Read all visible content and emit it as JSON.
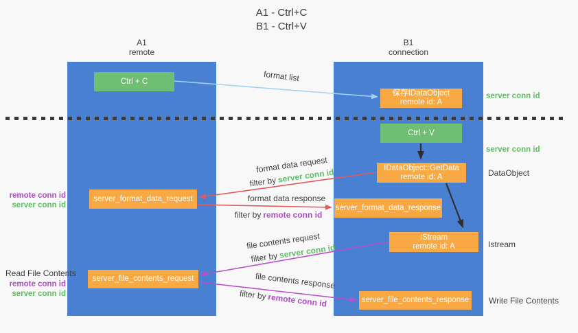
{
  "title": {
    "line1": "A1 - Ctrl+C",
    "line2": "B1 - Ctrl+V"
  },
  "lanes": {
    "a1": {
      "name": "A1",
      "subtitle": "remote"
    },
    "b1": {
      "name": "B1",
      "subtitle": "connection"
    }
  },
  "nodes": {
    "ctrl_c": {
      "label": "Ctrl + C"
    },
    "save_idataobject": {
      "line1": "保存IDataObject",
      "line2": "remote id: A"
    },
    "ctrl_v": {
      "label": "Ctrl + V"
    },
    "getdata": {
      "line1": "IDataObject::GetData",
      "line2": "remote id: A"
    },
    "format_request": {
      "label": "server_format_data_request"
    },
    "format_response": {
      "label": "server_format_data_response"
    },
    "istream": {
      "line1": "IStream",
      "line2": "remote id: A"
    },
    "file_request": {
      "label": "server_file_contents_request"
    },
    "file_response": {
      "label": "server_file_contents_response"
    }
  },
  "edges": {
    "format_list": {
      "label": "format list"
    },
    "format_data_request": {
      "label": "format data request",
      "filter_prefix": "filter by",
      "filter_key": "server conn id"
    },
    "format_data_response": {
      "label": "format data response",
      "filter_prefix": "filter by",
      "filter_key": "remote conn id"
    },
    "file_contents_request": {
      "label": "file contents request",
      "filter_prefix": "filter by",
      "filter_key": "server conn id"
    },
    "file_contents_response": {
      "label": "file contents response",
      "filter_prefix": "filter by",
      "filter_key": "remote conn id"
    }
  },
  "annotations": {
    "right_server_conn_id_top": "server conn id",
    "right_server_conn_id_mid": "server conn id",
    "dataobject": "DataObject",
    "istream": "Istream",
    "write_file_contents": "Write File Contents",
    "read_file_contents": "Read File Contents",
    "left_top": {
      "remote": "remote conn id",
      "server": "server conn id"
    },
    "left_bottom": {
      "remote": "remote conn id",
      "server": "server conn id"
    }
  },
  "colors": {
    "background": "#f8f8f8",
    "lane_blue": "#4a80d2",
    "box_green": "#6fbe73",
    "box_orange": "#f8a943",
    "text_dark": "#3f3f3f",
    "text_green": "#5fbd64",
    "text_purple": "#ac4ec2",
    "arrow_red": "#e05a5a",
    "arrow_magenta": "#bb4ec9",
    "arrow_light_blue": "#a6d2f2",
    "arrow_black": "#2f2f2f",
    "dotted_line": "#3b3b3b"
  }
}
